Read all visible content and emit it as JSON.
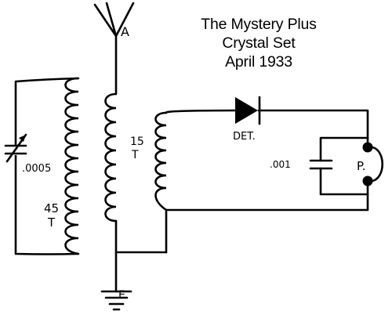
{
  "title": {
    "line1": "The Mystery Plus",
    "line2": "Crystal Set",
    "line3": "April 1933"
  },
  "labels": {
    "antenna": "A",
    "ground": "E",
    "tuning_capacitor": ".0005",
    "primary_turns_value": "15",
    "primary_turns_unit": "T",
    "secondary_turns_value": "45",
    "secondary_turns_unit": "T",
    "detector": "DET.",
    "bypass_capacitor": ".001",
    "phones": "P."
  },
  "components": [
    "antenna-symbol",
    "variable-capacitor",
    "tuned-coil",
    "primary-coil",
    "coupling-coil",
    "detector-diode",
    "bypass-capacitor",
    "headphones",
    "ground-symbol"
  ]
}
